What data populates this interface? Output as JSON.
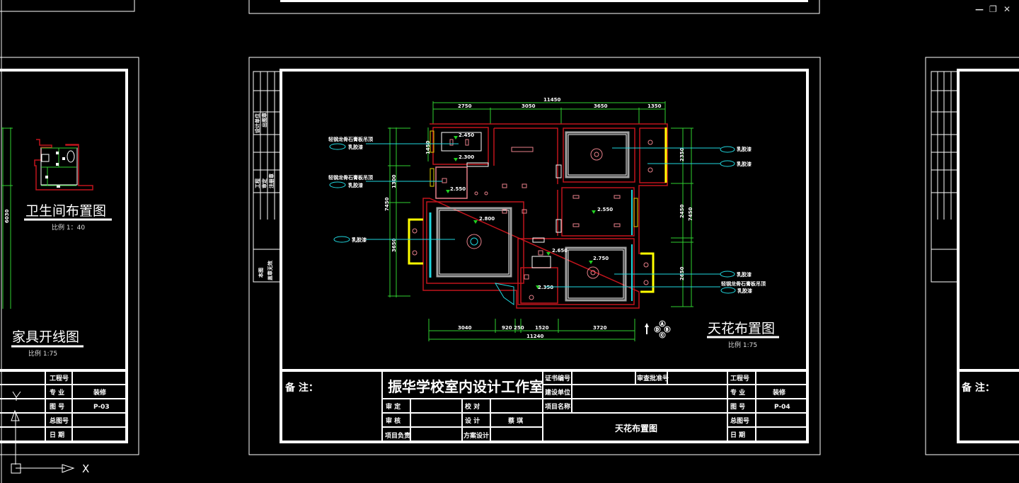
{
  "window_controls": {
    "minimize": "—",
    "restore": "❐",
    "close": "✕"
  },
  "left_sheet": {
    "bathroom_title": "卫生间布置图",
    "bathroom_scale": "比例 1：40",
    "furniture_title": "家具开线图",
    "furniture_scale": "比例 1:75",
    "title_block": [
      {
        "label": "工程号",
        "value": ""
      },
      {
        "label": "专 业",
        "value": "装修"
      },
      {
        "label": "图 号",
        "value": "P-03"
      },
      {
        "label": "总图号",
        "value": ""
      },
      {
        "label": "日 期",
        "value": ""
      }
    ],
    "dim_side": "6030"
  },
  "ucs": {
    "x_label": "X",
    "y_label": "Y"
  },
  "main_sheet": {
    "drawing_title": "天花布置图",
    "drawing_scale": "比例 1:75",
    "side_strip": [
      "设计单位",
      "出图章",
      "注册章",
      "工程",
      "审定",
      "本图",
      "盖章无效"
    ],
    "title_block": {
      "remarks": "备 注：",
      "studio": "振华学校室内设计工作室",
      "rows": [
        {
          "l1": "审 定",
          "v1": "",
          "l2": "校 对",
          "v2": ""
        },
        {
          "l1": "审 核",
          "v1": "",
          "l2": "设 计",
          "v2": "蔡 琪"
        },
        {
          "l1": "项目负责",
          "v1": "",
          "l2": "方案设计",
          "v2": ""
        }
      ],
      "cert_no": "证书编号",
      "approval_no": "审查批准号",
      "client": "建设单位",
      "project_name": "项目名称",
      "sheet_name": "天花布置图",
      "right": [
        {
          "label": "工程号",
          "value": ""
        },
        {
          "label": "专 业",
          "value": "装修"
        },
        {
          "label": "图 号",
          "value": "P-04"
        },
        {
          "label": "总图号",
          "value": ""
        },
        {
          "label": "日 期",
          "value": ""
        }
      ]
    },
    "dimensions": {
      "top_total": "11450",
      "top": [
        "2750",
        "3050",
        "3650",
        "1350"
      ],
      "bottom": [
        "3040",
        "920",
        "250",
        "1520",
        "3720"
      ],
      "bottom_total": "11240",
      "left": [
        "1450",
        "1300",
        "3650",
        "7450"
      ],
      "right": [
        "2350",
        "2450",
        "2650",
        "7450"
      ]
    },
    "elevations": [
      "2.450",
      "2.300",
      "2.550",
      "2.800",
      "2.550",
      "2.650",
      "2.750",
      "2.350"
    ],
    "notes": [
      {
        "text": "轻钢龙骨石膏板吊顶",
        "tag": "乳胶漆"
      },
      {
        "text": "轻钢龙骨石膏板吊顶",
        "tag": "乳胶漆"
      },
      {
        "tag": "乳胶漆"
      },
      {
        "tag": "乳胶漆"
      },
      {
        "tag": "乳胶漆"
      },
      {
        "tag": "乳胶漆"
      },
      {
        "text": "轻钢龙骨石膏板吊顶",
        "tag": "乳胶漆"
      }
    ],
    "compass": [
      "A",
      "B",
      "C",
      "D"
    ]
  },
  "right_sheet": {
    "remarks": "备 注："
  }
}
